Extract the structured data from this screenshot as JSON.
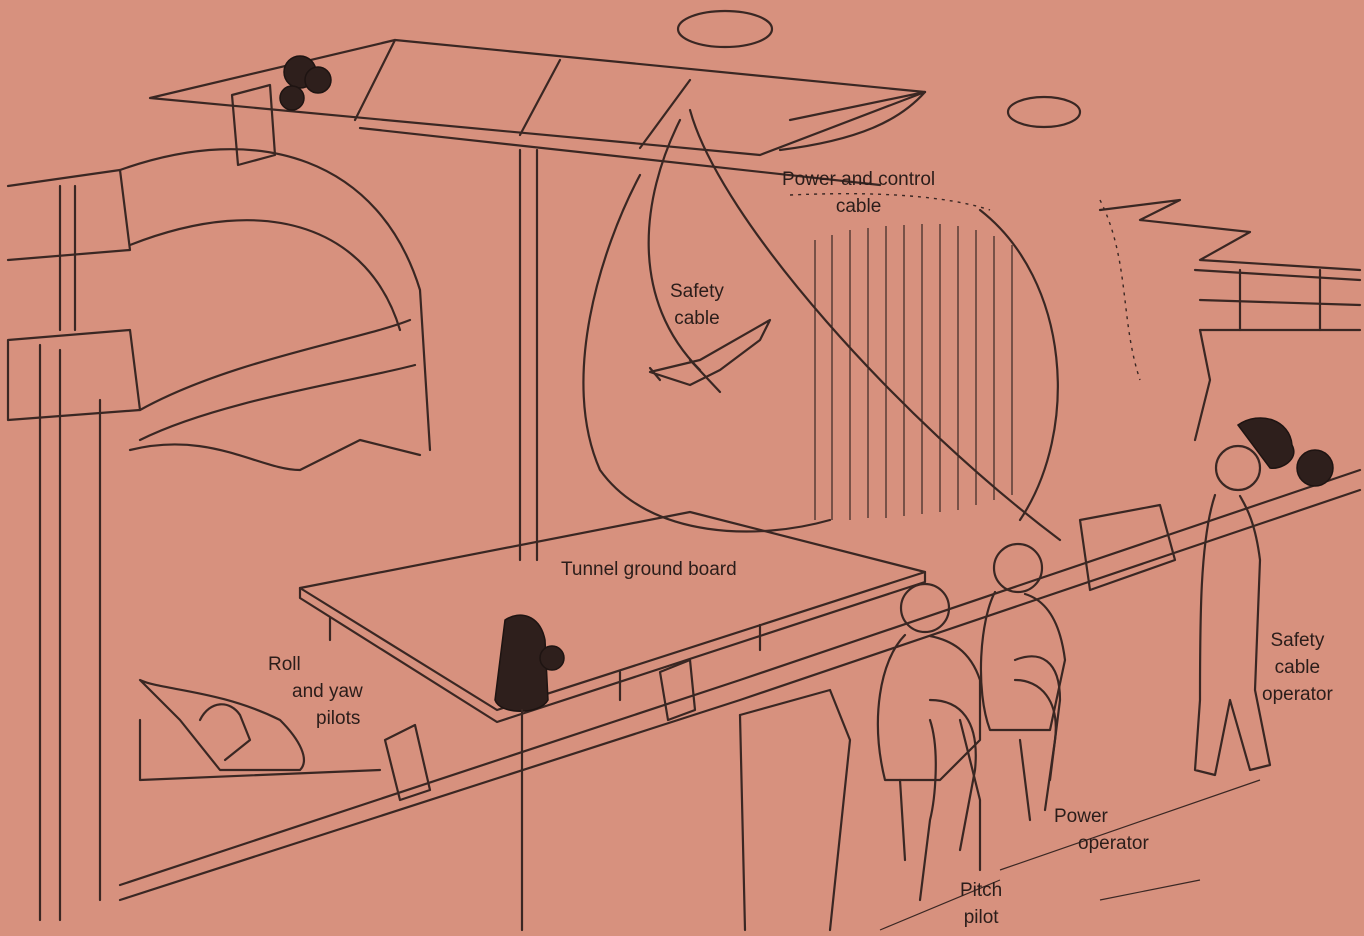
{
  "colors": {
    "background": "#d7917e",
    "ink": "#3a2723"
  },
  "labels": {
    "power_control": [
      "Power and control",
      "cable"
    ],
    "safety_cable": [
      "Safety",
      "cable"
    ],
    "tunnel_ground_board": "Tunnel ground board",
    "roll_yaw_pilots": [
      "Roll",
      "and yaw",
      "pilots"
    ],
    "safety_cable_operator": [
      "Safety",
      "cable",
      "operator"
    ],
    "power_operator": [
      "Power",
      "operator"
    ],
    "pitch_pilot": [
      "Pitch",
      "pilot"
    ]
  }
}
